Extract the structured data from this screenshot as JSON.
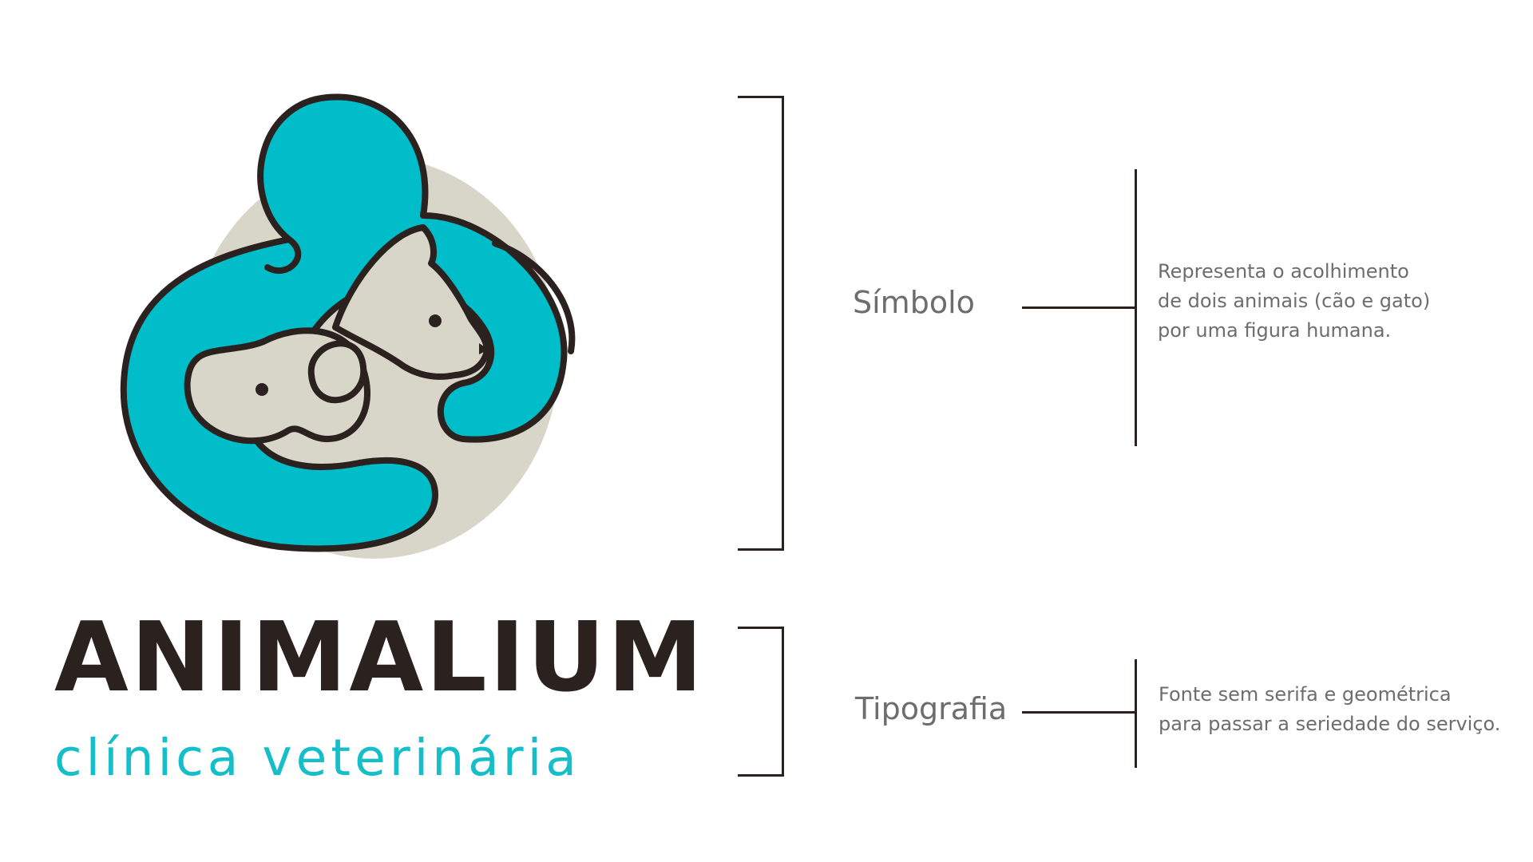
{
  "logo": {
    "name": "ANIMALIUM",
    "subtitle": "clínica veterinária",
    "colors": {
      "teal": "#00bdca",
      "beige": "#d8d5c9",
      "outline": "#2b211e"
    }
  },
  "sections": {
    "symbol": {
      "label": "Símbolo",
      "description_lines": [
        "Representa o acolhimento",
        "de dois animais (cão e gato)",
        "por uma figura humana."
      ]
    },
    "typography": {
      "label": "Tipografia",
      "description_lines": [
        "Fonte sem serifa e geométrica",
        "para passar a seriedade do serviço."
      ]
    }
  },
  "colors": {
    "text_dark": "#2b211e",
    "text_gray": "#6d6d6d",
    "accent_teal": "#16bec9"
  }
}
